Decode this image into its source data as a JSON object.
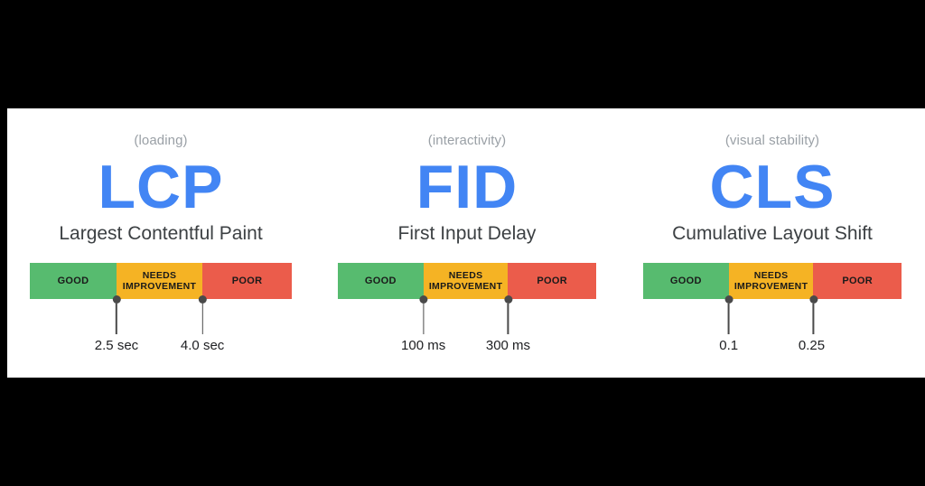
{
  "canvas": {
    "background_color": "#000000",
    "card_background_color": "#ffffff",
    "accent_color": "#4285f4",
    "caption_color": "#9aa0a6",
    "title_color": "#3c4043"
  },
  "legend": {
    "good_label": "GOOD",
    "needs_label": "NEEDS IMPROVEMENT",
    "needs_label_line1": "NEEDS",
    "needs_label_line2": "IMPROVEMENT",
    "poor_label": "POOR",
    "good_color": "#57bb6f",
    "needs_color": "#f5b324",
    "poor_color": "#eb5c4b"
  },
  "metrics": [
    {
      "category": "(loading)",
      "acronym": "LCP",
      "full_name": "Largest Contentful Paint",
      "good_label": "GOOD",
      "needs_line1": "NEEDS",
      "needs_line2": "IMPROVEMENT",
      "poor_label": "POOR",
      "threshold_good": "2.5 sec",
      "threshold_poor": "4.0 sec"
    },
    {
      "category": "(interactivity)",
      "acronym": "FID",
      "full_name": "First Input Delay",
      "good_label": "GOOD",
      "needs_line1": "NEEDS",
      "needs_line2": "IMPROVEMENT",
      "poor_label": "POOR",
      "threshold_good": "100 ms",
      "threshold_poor": "300 ms"
    },
    {
      "category": "(visual stability)",
      "acronym": "CLS",
      "full_name": "Cumulative Layout Shift",
      "good_label": "GOOD",
      "needs_line1": "NEEDS",
      "needs_line2": "IMPROVEMENT",
      "poor_label": "POOR",
      "threshold_good": "0.1",
      "threshold_poor": "0.25"
    }
  ],
  "chart_data": {
    "type": "bar",
    "title": "Core Web Vitals thresholds",
    "xlabel": "",
    "ylabel": "",
    "categories": [
      "GOOD",
      "NEEDS IMPROVEMENT",
      "POOR"
    ],
    "series": [
      {
        "name": "LCP",
        "units": "sec",
        "boundaries": [
          2.5,
          4.0
        ],
        "ranges": [
          {
            "band": "GOOD",
            "min": 0,
            "max": 2.5,
            "color": "#57bb6f"
          },
          {
            "band": "NEEDS IMPROVEMENT",
            "min": 2.5,
            "max": 4.0,
            "color": "#f5b324"
          },
          {
            "band": "POOR",
            "min": 4.0,
            "max": null,
            "color": "#eb5c4b"
          }
        ]
      },
      {
        "name": "FID",
        "units": "ms",
        "boundaries": [
          100,
          300
        ],
        "ranges": [
          {
            "band": "GOOD",
            "min": 0,
            "max": 100,
            "color": "#57bb6f"
          },
          {
            "band": "NEEDS IMPROVEMENT",
            "min": 100,
            "max": 300,
            "color": "#f5b324"
          },
          {
            "band": "POOR",
            "min": 300,
            "max": null,
            "color": "#eb5c4b"
          }
        ]
      },
      {
        "name": "CLS",
        "units": "",
        "boundaries": [
          0.1,
          0.25
        ],
        "ranges": [
          {
            "band": "GOOD",
            "min": 0,
            "max": 0.1,
            "color": "#57bb6f"
          },
          {
            "band": "NEEDS IMPROVEMENT",
            "min": 0.1,
            "max": 0.25,
            "color": "#f5b324"
          },
          {
            "band": "POOR",
            "min": 0.25,
            "max": null,
            "color": "#eb5c4b"
          }
        ]
      }
    ],
    "legend_position": "inline-on-bars",
    "grid": false
  }
}
